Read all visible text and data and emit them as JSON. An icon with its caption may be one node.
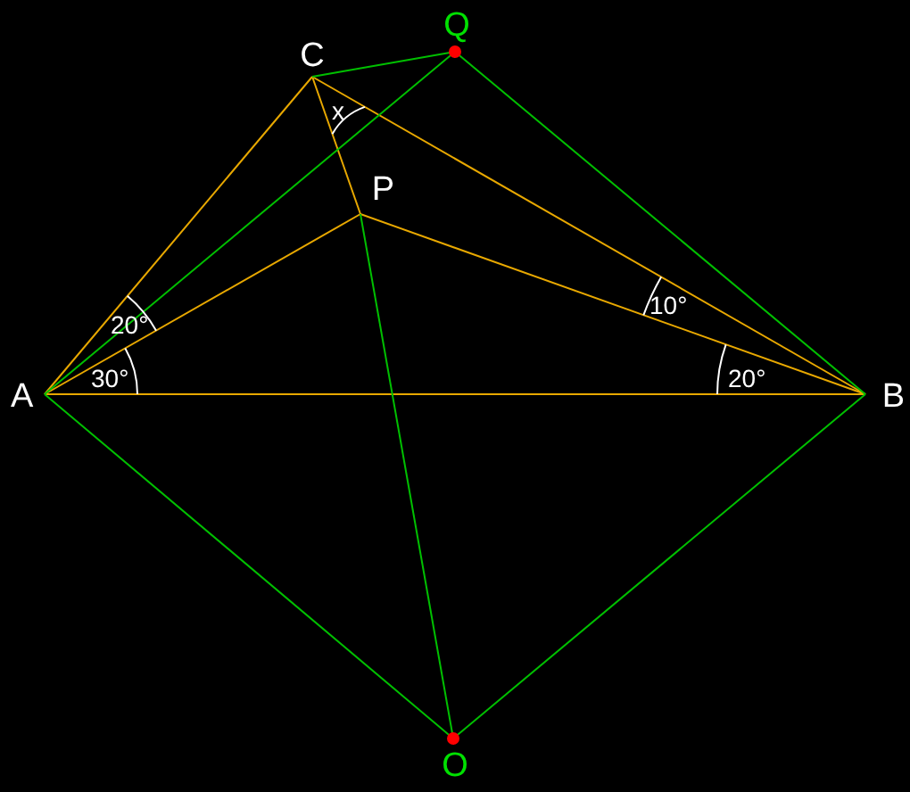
{
  "diagram": {
    "nodes": [
      {
        "text": [
          "A"
        ]
      },
      {
        "text": [
          "B"
        ]
      },
      {
        "text": [
          "C"
        ]
      },
      {
        "text": [
          "Q"
        ]
      },
      {
        "text": [
          "P"
        ]
      },
      {
        "text": [
          "O"
        ]
      }
    ],
    "edges": [
      {
        "from": 0,
        "to": 1,
        "arrow": "none"
      },
      {
        "from": 0,
        "to": 2,
        "arrow": "none"
      },
      {
        "from": 2,
        "to": 1,
        "arrow": "none"
      },
      {
        "from": 0,
        "to": 4,
        "arrow": "none"
      },
      {
        "from": 4,
        "to": 1,
        "arrow": "none"
      },
      {
        "from": 2,
        "to": 4,
        "arrow": "none"
      },
      {
        "from": 0,
        "to": 3,
        "arrow": "none",
        "color": "#00c000"
      },
      {
        "from": 3,
        "to": 1,
        "arrow": "none",
        "color": "#00c000"
      },
      {
        "from": 2,
        "to": 3,
        "arrow": "none",
        "color": "#00c000"
      },
      {
        "from": 0,
        "to": 5,
        "arrow": "none",
        "color": "#00c000"
      },
      {
        "from": 5,
        "to": 1,
        "arrow": "none",
        "color": "#00c000"
      },
      {
        "from": 4,
        "to": 5,
        "arrow": "none",
        "color": "#00c000"
      }
    ],
    "labels": [
      "x",
      "20°",
      "30°",
      "10°",
      "20°"
    ]
  }
}
